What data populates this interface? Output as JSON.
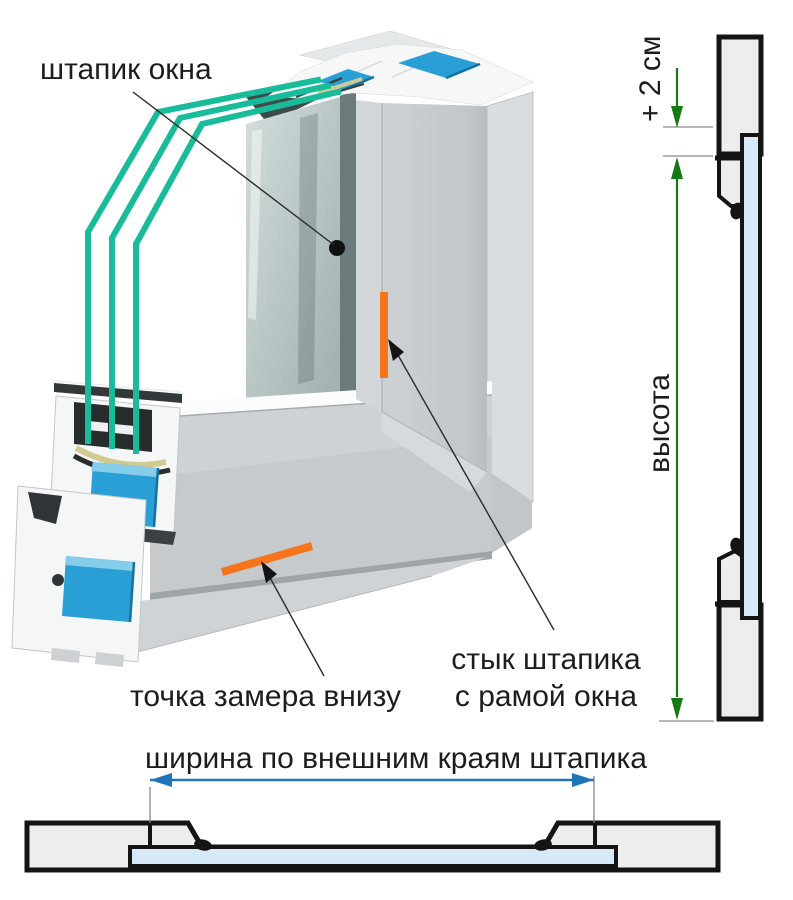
{
  "labels": {
    "glazing_bead": "штапик окна",
    "bottom_measure_point": "точка замера внизу",
    "joint_line1": "стык штапика",
    "joint_line2": "с рамой окна",
    "width_dim": "ширина по внешним краям штапика",
    "plus_2cm": "+ 2 см",
    "height_dim": "высота"
  },
  "colors": {
    "bead_highlight_teal": "#19bc9a",
    "chamber_blue": "#2a9fd6",
    "marker_orange": "#f7741a",
    "dimension_green": "#157a15",
    "dimension_blue": "#2074b8",
    "schematic_glass_blue": "#d6e9f7",
    "schematic_outline": "#141414"
  }
}
